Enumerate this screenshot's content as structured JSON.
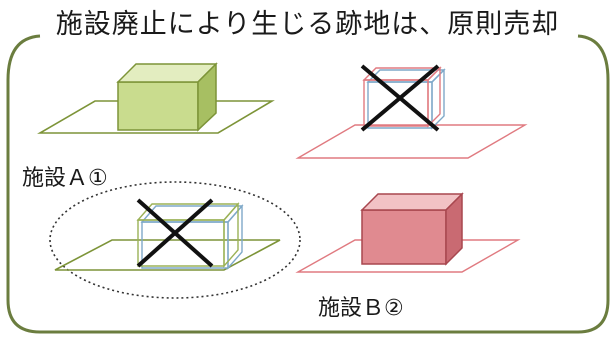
{
  "title": "施設廃止により生じる跡地は、原則売却",
  "facility_a_label": "施設Ａ①",
  "facility_b_label": "施設Ｂ②",
  "colors": {
    "frame": "#6b7d3f",
    "green_face": "#c9dc8e",
    "green_top": "#e3edc0",
    "green_side": "#a7bf62",
    "green_edge": "#7d9438",
    "green_plane": "#7d9438",
    "red_face": "#e08a90",
    "red_top": "#f2c2c5",
    "red_side": "#c96a72",
    "red_edge": "#a8474f",
    "red_plane": "#e07a80",
    "ghost_blue": "#7fa9c9",
    "cross": "#111111"
  }
}
